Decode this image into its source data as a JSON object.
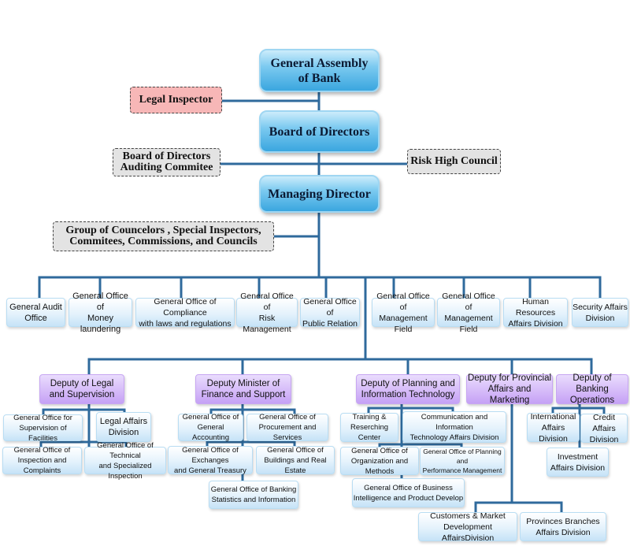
{
  "top": {
    "general_assembly": "General Assembly\nof Bank",
    "board": "Board of Directors",
    "managing_director": "Managing Director"
  },
  "side": {
    "legal_inspector": "Legal Inspector",
    "auditing_committee": "Board of Directors\nAuditing Commitee",
    "risk_council": "Risk High Council",
    "councelors": "Group of Councelors , Special Inspectors,\nCommitees, Commissions,  and Councils"
  },
  "offices": {
    "audit": "General Audit\nOffice",
    "money_laundering": "General Office of\nMoney laundering",
    "compliance": "General Office of Compliance\nwith laws and regulations",
    "risk_management": "General Office of\nRisk Management",
    "public_relation": "General Office of\nPublic Relation",
    "management_field_1": "General Office of\nManagement Field",
    "management_field_2": "General Office of\nManagement Field",
    "human_resources": "Human Resources\nAffairs Division",
    "security": "Security Affairs\nDivision"
  },
  "deputies": {
    "legal": "Deputy of Legal\nand Supervision",
    "finance": "Deputy Minister of\nFinance and Support",
    "planning": "Deputy of Planning and\nInformation Technology",
    "provincial": "Deputy for Provincial\nAffairs and Marketing",
    "banking": "Deputy of Banking\nOperations"
  },
  "legal_units": {
    "supervision_facilities": "General Office for\nSupervision of Facilities",
    "legal_affairs": "Legal Affairs\nDivision",
    "inspection_complaints": "General Office of\nInspection and Complaints",
    "technical_inspection": "General Office of Technical\nand Specialized Inspection"
  },
  "finance_units": {
    "general_accounting": "General Office of\nGeneral Accounting",
    "procurement": "General Office of\nProcurement and Services",
    "exchanges_treasury": "General Office of Exchanges\nand General Treasury",
    "buildings_real_estate": "General Office of\nBuildings and Real Estate",
    "banking_statistics": "General Office of Banking\nStatistics and Information"
  },
  "planning_units": {
    "training": "Training &\nReserching Center",
    "communication": "Communication  and Information\nTechnology Affairs Division",
    "organization_methods": "General Office of\nOrganization and Methods",
    "planning_performance": "General Office of Planning and\nPerformance Management",
    "business_intelligence": "General Office of Business\nIntelligence and Product Develop"
  },
  "provincial_units": {
    "customers_market": "Customers & Market\nDevelopment AffairsDivision",
    "provinces_branches": "Provinces Branches\nAffairs Division"
  },
  "banking_units": {
    "international": "International\nAffairs Division",
    "credit": "Credit Affairs\nDivision",
    "investment": "Investment\nAffairs Division"
  },
  "colors": {
    "connector": "#2f6a9c",
    "main_box": "#3aa6df",
    "deputy_box": "#c5a1f5",
    "legal_inspector_box": "#f7b7b7",
    "side_box": "#e3e3e3"
  }
}
